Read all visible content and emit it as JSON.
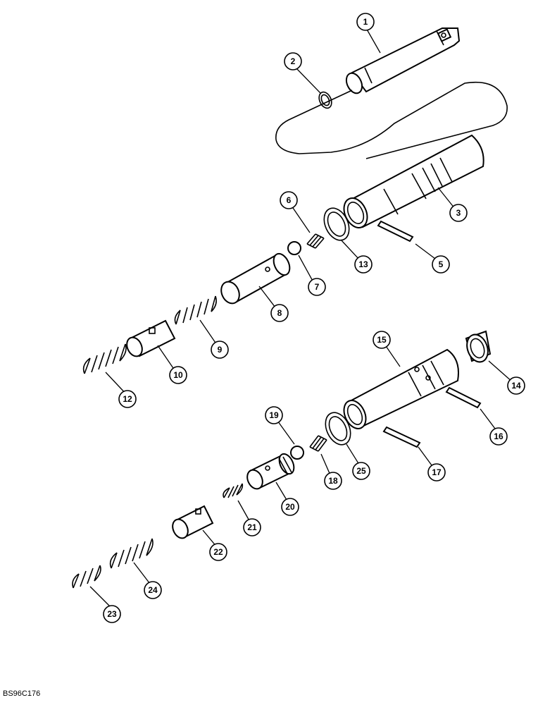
{
  "figure_code": "BS96C176",
  "callouts": [
    {
      "label": "1",
      "part": "spool-shaft"
    },
    {
      "label": "2",
      "part": "snap-ring"
    },
    {
      "label": "3",
      "part": "spool-body-upper"
    },
    {
      "label": "5",
      "part": "pin-upper"
    },
    {
      "label": "6",
      "part": "small-spring-upper"
    },
    {
      "label": "7",
      "part": "ball-upper"
    },
    {
      "label": "8",
      "part": "poppet-upper"
    },
    {
      "label": "9",
      "part": "spring-middle-upper"
    },
    {
      "label": "10",
      "part": "spring-seat-upper"
    },
    {
      "label": "12",
      "part": "spring-outer-upper"
    },
    {
      "label": "13",
      "part": "washer-upper"
    },
    {
      "label": "14",
      "part": "cap-ring"
    },
    {
      "label": "15",
      "part": "spool-body-lower"
    },
    {
      "label": "16",
      "part": "pin-lower-right"
    },
    {
      "label": "17",
      "part": "pin-lower-left"
    },
    {
      "label": "18",
      "part": "small-spring-lower"
    },
    {
      "label": "19",
      "part": "ball-lower"
    },
    {
      "label": "20",
      "part": "poppet-lower"
    },
    {
      "label": "21",
      "part": "spring-small-lower"
    },
    {
      "label": "22",
      "part": "spring-seat-lower"
    },
    {
      "label": "23",
      "part": "spring-outer-lower"
    },
    {
      "label": "24",
      "part": "spring-middle-lower"
    },
    {
      "label": "25",
      "part": "washer-lower"
    }
  ]
}
